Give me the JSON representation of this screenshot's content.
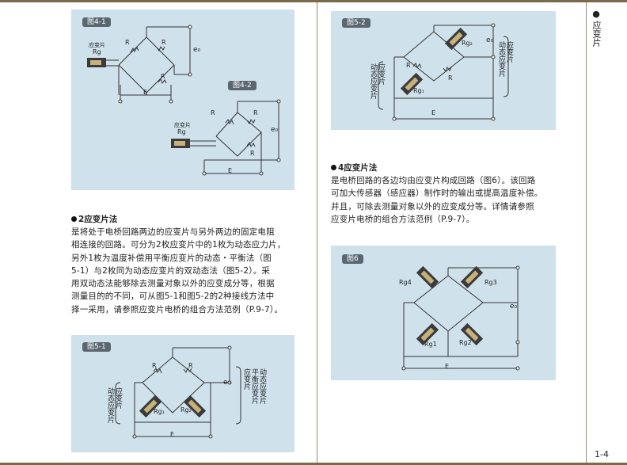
{
  "side_label": {
    "dot": "●",
    "text": "应变片"
  },
  "page_number": "1-4",
  "figures": {
    "fig4_1": {
      "tag": "图4-1",
      "gauge_label_1": "应变片",
      "gauge_label_2": "Rg",
      "r": "R",
      "e": "E",
      "eo": "e₀"
    },
    "fig4_2": {
      "tag": "图4-2",
      "gauge_label_1": "应变片",
      "gauge_label_2": "Rg",
      "r": "R",
      "e": "E",
      "eo": "e₀"
    },
    "fig5_1": {
      "tag": "图5-1",
      "r": "R",
      "rg1": "Rg₁",
      "rg2": "Rg₂",
      "e": "E",
      "eo": "e₀",
      "left_vertical": [
        "应变片",
        "动态应变片"
      ],
      "right_vertical": [
        "动态应变片",
        "平衡应变片",
        "应变片"
      ]
    },
    "fig5_2": {
      "tag": "图5-2",
      "r": "R",
      "rg1": "Rg₁",
      "rg2": "Rg₂",
      "e": "E",
      "eo": "e₀",
      "left_vertical": [
        "应变片",
        "动态应变片"
      ],
      "right_vertical": [
        "应变片",
        "动态应变片"
      ]
    },
    "fig6": {
      "tag": "图6",
      "rg1": "Rg1",
      "rg2": "Rg2",
      "rg3": "Rg3",
      "rg4": "Rg4",
      "e": "E",
      "eo": "e₀"
    }
  },
  "section_2": {
    "title": "2应变片法",
    "lines": [
      "是将处于电桥回路两边的应变片与另外两边的固定电阻",
      "相连接的回路。可分为2枚应变片中的1枚为动态应力片，",
      "另外1枚为温度补偿用平衡应变片的动态・平衡法（图",
      "5-1）与2枚同为动态应变片的双动态法（图5-2）。采",
      "用双动态法能够除去测量对象以外的应变成分等，根据",
      "测量目的的不同，可从图5-1和图5-2的2种接线方法中",
      "择一采用，请参照应变片电桥的组合方法范例（P.9-7）。"
    ]
  },
  "section_4": {
    "title": "4应变片法",
    "lines": [
      "是电桥回路的各边均由应变片构成回路（图6）。该回路",
      "可加大传感器（感应器）制作时的输出或提高温度补偿。",
      "并且，可除去测量对象以外的应变成分等。详情请参照",
      "应变片电桥的组合方法范例（P.9-7）。"
    ]
  }
}
